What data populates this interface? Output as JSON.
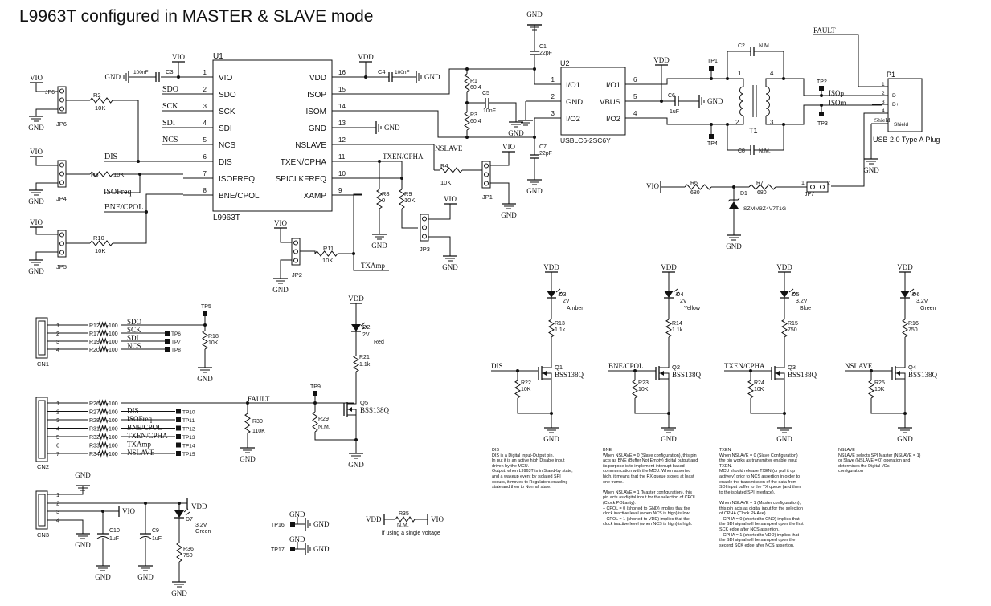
{
  "title": "L9963T configured in MASTER & SLAVE mode",
  "u1": {
    "ref": "U1",
    "part": "L9963T",
    "left_pins": [
      {
        "num": "1",
        "name": "VIO"
      },
      {
        "num": "2",
        "name": "SDO"
      },
      {
        "num": "3",
        "name": "SCK"
      },
      {
        "num": "4",
        "name": "SDI"
      },
      {
        "num": "5",
        "name": "NCS"
      },
      {
        "num": "6",
        "name": "DIS"
      },
      {
        "num": "7",
        "name": "ISOFREQ"
      },
      {
        "num": "8",
        "name": "BNE/CPOL"
      }
    ],
    "right_pins": [
      {
        "num": "16",
        "name": "VDD"
      },
      {
        "num": "15",
        "name": "ISOP"
      },
      {
        "num": "14",
        "name": "ISOM"
      },
      {
        "num": "13",
        "name": "GND"
      },
      {
        "num": "12",
        "name": "NSLAVE"
      },
      {
        "num": "11",
        "name": "TXEN/CPHA"
      },
      {
        "num": "10",
        "name": "SPICLKFREQ"
      },
      {
        "num": "9",
        "name": "TXAMP"
      }
    ]
  },
  "u2": {
    "ref": "U2",
    "part": "USBLC6-2SC6Y",
    "left_pins": [
      {
        "num": "1",
        "name": "I/O1"
      },
      {
        "num": "2",
        "name": "GND"
      },
      {
        "num": "3",
        "name": "I/O2"
      }
    ],
    "right_pins": [
      {
        "num": "6",
        "name": "I/O1"
      },
      {
        "num": "5",
        "name": "VBUS"
      },
      {
        "num": "4",
        "name": "I/O2"
      }
    ]
  },
  "p1": {
    "ref": "P1",
    "label": "USB 2.0 Type A Plug",
    "pins": [
      {
        "num": "1",
        "name": ""
      },
      {
        "num": "2",
        "name": "D-"
      },
      {
        "num": "3",
        "name": "D+"
      },
      {
        "num": "4",
        "name": ""
      }
    ],
    "shield": "Shield"
  },
  "nets": {
    "vio": "VIO",
    "vdd": "VDD",
    "gnd": "GND",
    "sdo": "SDO",
    "sck": "SCK",
    "sdi": "SDI",
    "ncs": "NCS",
    "dis": "DIS",
    "isofreq": "ISOFreq",
    "bne": "BNE/CPOL",
    "txen": "TXEN/CPHA",
    "nslave": "NSLAVE",
    "txamp": "TXAmp",
    "fault": "FAULT",
    "isop": "ISOp",
    "isom": "ISOm",
    "shield": "Shield"
  },
  "parts": {
    "c3": {
      "ref": "C3",
      "value": "100nF"
    },
    "c4": {
      "ref": "C4",
      "value": "100nF"
    },
    "c1": {
      "ref": "C1",
      "value": "22pF"
    },
    "c7": {
      "ref": "C7",
      "value": "22pF"
    },
    "c5": {
      "ref": "C5",
      "value": "10nF"
    },
    "c6": {
      "ref": "C6",
      "value": "1uF"
    },
    "c2": {
      "ref": "C2",
      "value": "N.M."
    },
    "c8": {
      "ref": "C8",
      "value": "N.M."
    },
    "c10": {
      "ref": "C10",
      "value": "1uF"
    },
    "c9": {
      "ref": "C9",
      "value": "1uF"
    },
    "r1": {
      "ref": "R1",
      "value": "60.4"
    },
    "r3": {
      "ref": "R3",
      "value": "60.4"
    },
    "r2": {
      "ref": "R2",
      "value": "10K"
    },
    "r5": {
      "ref": "R5",
      "value": "10K"
    },
    "r10": {
      "ref": "R10",
      "value": "10K"
    },
    "r4": {
      "ref": "R4",
      "value": "10K"
    },
    "r8": {
      "ref": "R8",
      "value": "0"
    },
    "r9": {
      "ref": "R9",
      "value": "10K"
    },
    "r11": {
      "ref": "R11",
      "value": "10K"
    },
    "r6": {
      "ref": "R6",
      "value": "680"
    },
    "r7": {
      "ref": "R7",
      "value": "680"
    },
    "r18": {
      "ref": "R18",
      "value": "10K"
    },
    "r21": {
      "ref": "R21",
      "value": "1.1k"
    },
    "r30": {
      "ref": "R30",
      "value": "110K"
    },
    "r29": {
      "ref": "R29",
      "value": "N.M."
    },
    "r36": {
      "ref": "R36",
      "value": "750"
    },
    "r35": {
      "ref": "R35",
      "value": "N.M."
    },
    "r13": {
      "ref": "R13",
      "value": "1.1k"
    },
    "r14": {
      "ref": "R14",
      "value": "1.1k"
    },
    "r15": {
      "ref": "R15",
      "value": "750"
    },
    "r16": {
      "ref": "R16",
      "value": "750"
    },
    "r22": {
      "ref": "R22",
      "value": "10K"
    },
    "r23": {
      "ref": "R23",
      "value": "10K"
    },
    "r24": {
      "ref": "R24",
      "value": "10K"
    },
    "r25": {
      "ref": "R25",
      "value": "10K"
    },
    "d1": {
      "ref": "D1",
      "value": "SZMM3Z4V7T1G"
    },
    "d2": {
      "ref": "D2",
      "value": "2V",
      "color": "Red"
    },
    "d3": {
      "ref": "D3",
      "value": "2V",
      "color": "Amber"
    },
    "d4": {
      "ref": "D4",
      "value": "2V",
      "color": "Yellow"
    },
    "d5": {
      "ref": "D5",
      "value": "3.2V",
      "color": "Blue"
    },
    "d6": {
      "ref": "D6",
      "value": "3.2V",
      "color": "Green"
    },
    "d7": {
      "ref": "D7",
      "value": "3.2V",
      "color": "Green"
    },
    "q1": {
      "ref": "Q1",
      "value": "BSS138Q"
    },
    "q2": {
      "ref": "Q2",
      "value": "BSS138Q"
    },
    "q3": {
      "ref": "Q3",
      "value": "BSS138Q"
    },
    "q4": {
      "ref": "Q4",
      "value": "BSS138Q"
    },
    "q5": {
      "ref": "Q5",
      "value": "BSS138Q"
    },
    "t1": {
      "ref": "T1"
    },
    "jp1": {
      "ref": "JP1"
    },
    "jp2": {
      "ref": "JP2"
    },
    "jp3": {
      "ref": "JP3"
    },
    "jp4": {
      "ref": "JP4"
    },
    "jp5": {
      "ref": "JP5"
    },
    "jp6": {
      "ref": "JP6"
    },
    "jp7": {
      "ref": "JP7"
    },
    "cn1": {
      "ref": "CN1"
    },
    "cn2": {
      "ref": "CN2"
    },
    "cn3": {
      "ref": "CN3"
    }
  },
  "testpoints": {
    "tp1": "TP1",
    "tp2": "TP2",
    "tp3": "TP3",
    "tp4": "TP4",
    "tp5": "TP5",
    "tp6": "TP6",
    "tp7": "TP7",
    "tp8": "TP8",
    "tp9": "TP9",
    "tp10": "TP10",
    "tp11": "TP11",
    "tp12": "TP12",
    "tp13": "TP13",
    "tp14": "TP14",
    "tp15": "TP15",
    "tp16": "TP16",
    "tp17": "TP17"
  },
  "cn1_rows": [
    {
      "pin": "1",
      "res": "R12",
      "value": "100",
      "net": "SDO",
      "tp": ""
    },
    {
      "pin": "2",
      "res": "R17",
      "value": "100",
      "net": "SCK",
      "tp": "TP6"
    },
    {
      "pin": "3",
      "res": "R19",
      "value": "100",
      "net": "SDI",
      "tp": "TP7"
    },
    {
      "pin": "4",
      "res": "R20",
      "value": "100",
      "net": "NCS",
      "tp": "TP8"
    }
  ],
  "cn2_rows": [
    {
      "pin": "1",
      "res": "R26",
      "value": "100",
      "net": "",
      "tp": ""
    },
    {
      "pin": "2",
      "res": "R27",
      "value": "100",
      "net": "DIS",
      "tp": "TP10"
    },
    {
      "pin": "3",
      "res": "R28",
      "value": "100",
      "net": "ISOFreq",
      "tp": "TP11"
    },
    {
      "pin": "4",
      "res": "R31",
      "value": "100",
      "net": "BNE/CPOL",
      "tp": "TP12"
    },
    {
      "pin": "5",
      "res": "R32",
      "value": "100",
      "net": "TXEN/CPHA",
      "tp": "TP13"
    },
    {
      "pin": "6",
      "res": "R33",
      "value": "100",
      "net": "TXAmp",
      "tp": "TP14"
    },
    {
      "pin": "7",
      "res": "R34",
      "value": "100",
      "net": "NSLAVE",
      "tp": "TP15"
    }
  ],
  "cn3_pins": [
    "1",
    "2",
    "3",
    "4"
  ],
  "single_voltage_note": "if using a single voltage",
  "notes": {
    "dis": "DIS\nDIS is a Digital Input-Output pin.\nIn put it is an active high Disable input\ndriven by the MCU.\nOutput: when L9963T is in Stand-by state,\nand a wakeup event by isolated SPI\noccurs, it moves to Regulators enabling\nstate and then to Normal state.",
    "bne": "BNE\nWhen NSLAVE = 0 (Slave configuration), this pin\nacts as BNE (Buffer Not Empty) digital output and\nits purpose is to implement interrupt based\ncommunication with the MCU. When asserted\nhigh, it means that the RX queue stores at least\none frame.\n\nWhen NSLAVE = 1 (Master configuration), this\npin acts as digital input for the selection of CPOL\n(Clock POLarity):\n– CPOL = 0 (shorted to GND) implies that the\nclock inactive level (when NCS is high) is low.\n– CPOL = 1 (shorted to VDD) implies that the\nclock inactive level (when NCS is high) is high.",
    "txen": "TXEN\nWhen NSLAVE = 0 (Slave Configuration)\nthe pin works as transmitter enable input\nTXEN.\nMCU should release TXEN (or pull it up\nactively) prior to NCS assertion in order to\nenable the transmission of the data from\nSDI input buffer to the TX queue (and then\nto the isolated SPI interface).\n\nWhen NSLAVE = 1 (Master configuration),\nthis pin acts as digital input for the selection\nof CPHA (Clock PHAse).\n– CPHA = 0 (shorted to GND) implies that\nthe SDI signal will be sampled upon the first\nSCK edge after NCS assertion.\n– CPHA = 1 (shorted to VDD) implies that\nthe SDI signal will be sampled upon the\nsecond SCK edge after NCS assertion.",
    "nslave": "NSLAVE\nNSLAVE selects SPI Master (NSLAVE = 1)\nor Slave (NSLAVE = 0) operation and\ndetermines the Digital I/Os\nconfiguration"
  }
}
